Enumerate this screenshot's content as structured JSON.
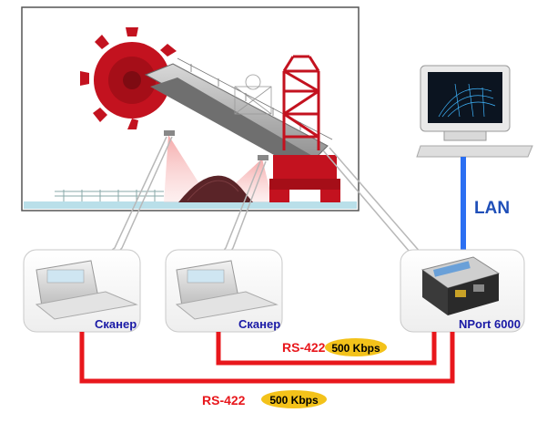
{
  "scanners": [
    {
      "label": "Сканер"
    },
    {
      "label": "Сканер"
    }
  ],
  "nport": {
    "label": "NPort 6000"
  },
  "network": {
    "lan_label": "LAN"
  },
  "links": [
    {
      "protocol": "RS-422",
      "speed": "500 Kbps"
    },
    {
      "protocol": "RS-422",
      "speed": "500 Kbps"
    }
  ],
  "colors": {
    "serial_line": "#e8171c",
    "lan_line": "#2b6ff2",
    "scanner_label": "#1a1aa6",
    "lan_label": "#1f4fb8",
    "speed_badge": "#f3c21a",
    "machine_red": "#c3121f"
  }
}
